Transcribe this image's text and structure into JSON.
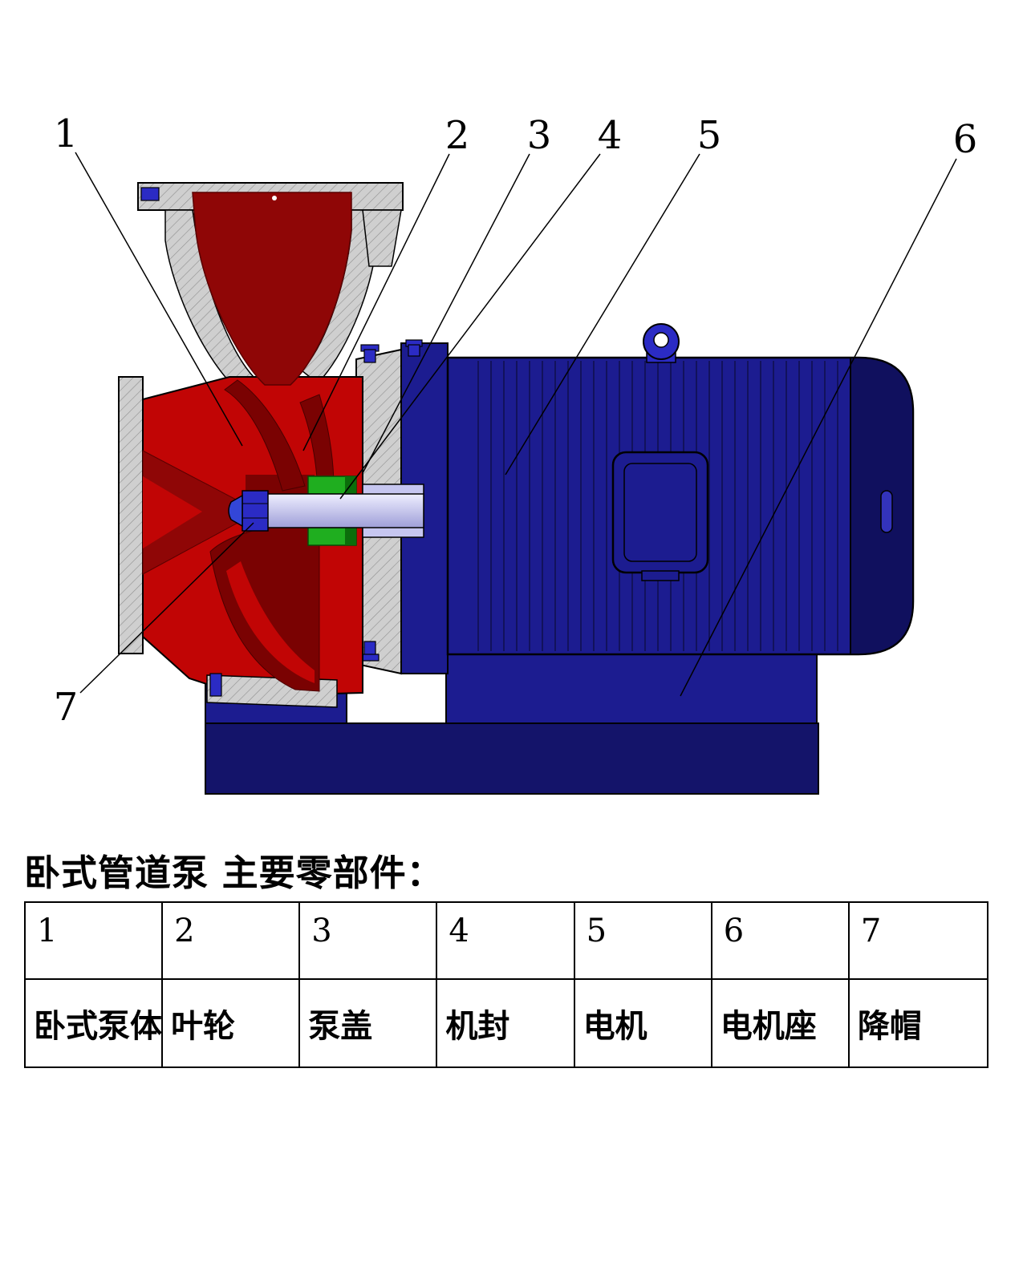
{
  "title": "卧式管道泵 主要零部件：",
  "callouts": {
    "n1": "1",
    "n2": "2",
    "n3": "3",
    "n4": "4",
    "n5": "5",
    "n6": "6",
    "n7": "7"
  },
  "parts": [
    {
      "num": "1",
      "name": "卧式泵体"
    },
    {
      "num": "2",
      "name": "叶轮"
    },
    {
      "num": "3",
      "name": "泵盖"
    },
    {
      "num": "4",
      "name": "机封"
    },
    {
      "num": "5",
      "name": "电机"
    },
    {
      "num": "6",
      "name": "电机座"
    },
    {
      "num": "7",
      "name": "降帽"
    }
  ],
  "colors": {
    "casing_red": "#c10505",
    "interior_dark_red": "#8f0606",
    "impeller_maroon": "#7a0202",
    "motor_blue": "#1c1c90",
    "motor_blue_dark": "#10105e",
    "base_blue": "#14146a",
    "bolt_blue": "#2b2bc4",
    "shaft_lavender": "#c6c6f0",
    "seal_green": "#1fae1f",
    "metal_gray": "#cdcdcd"
  }
}
